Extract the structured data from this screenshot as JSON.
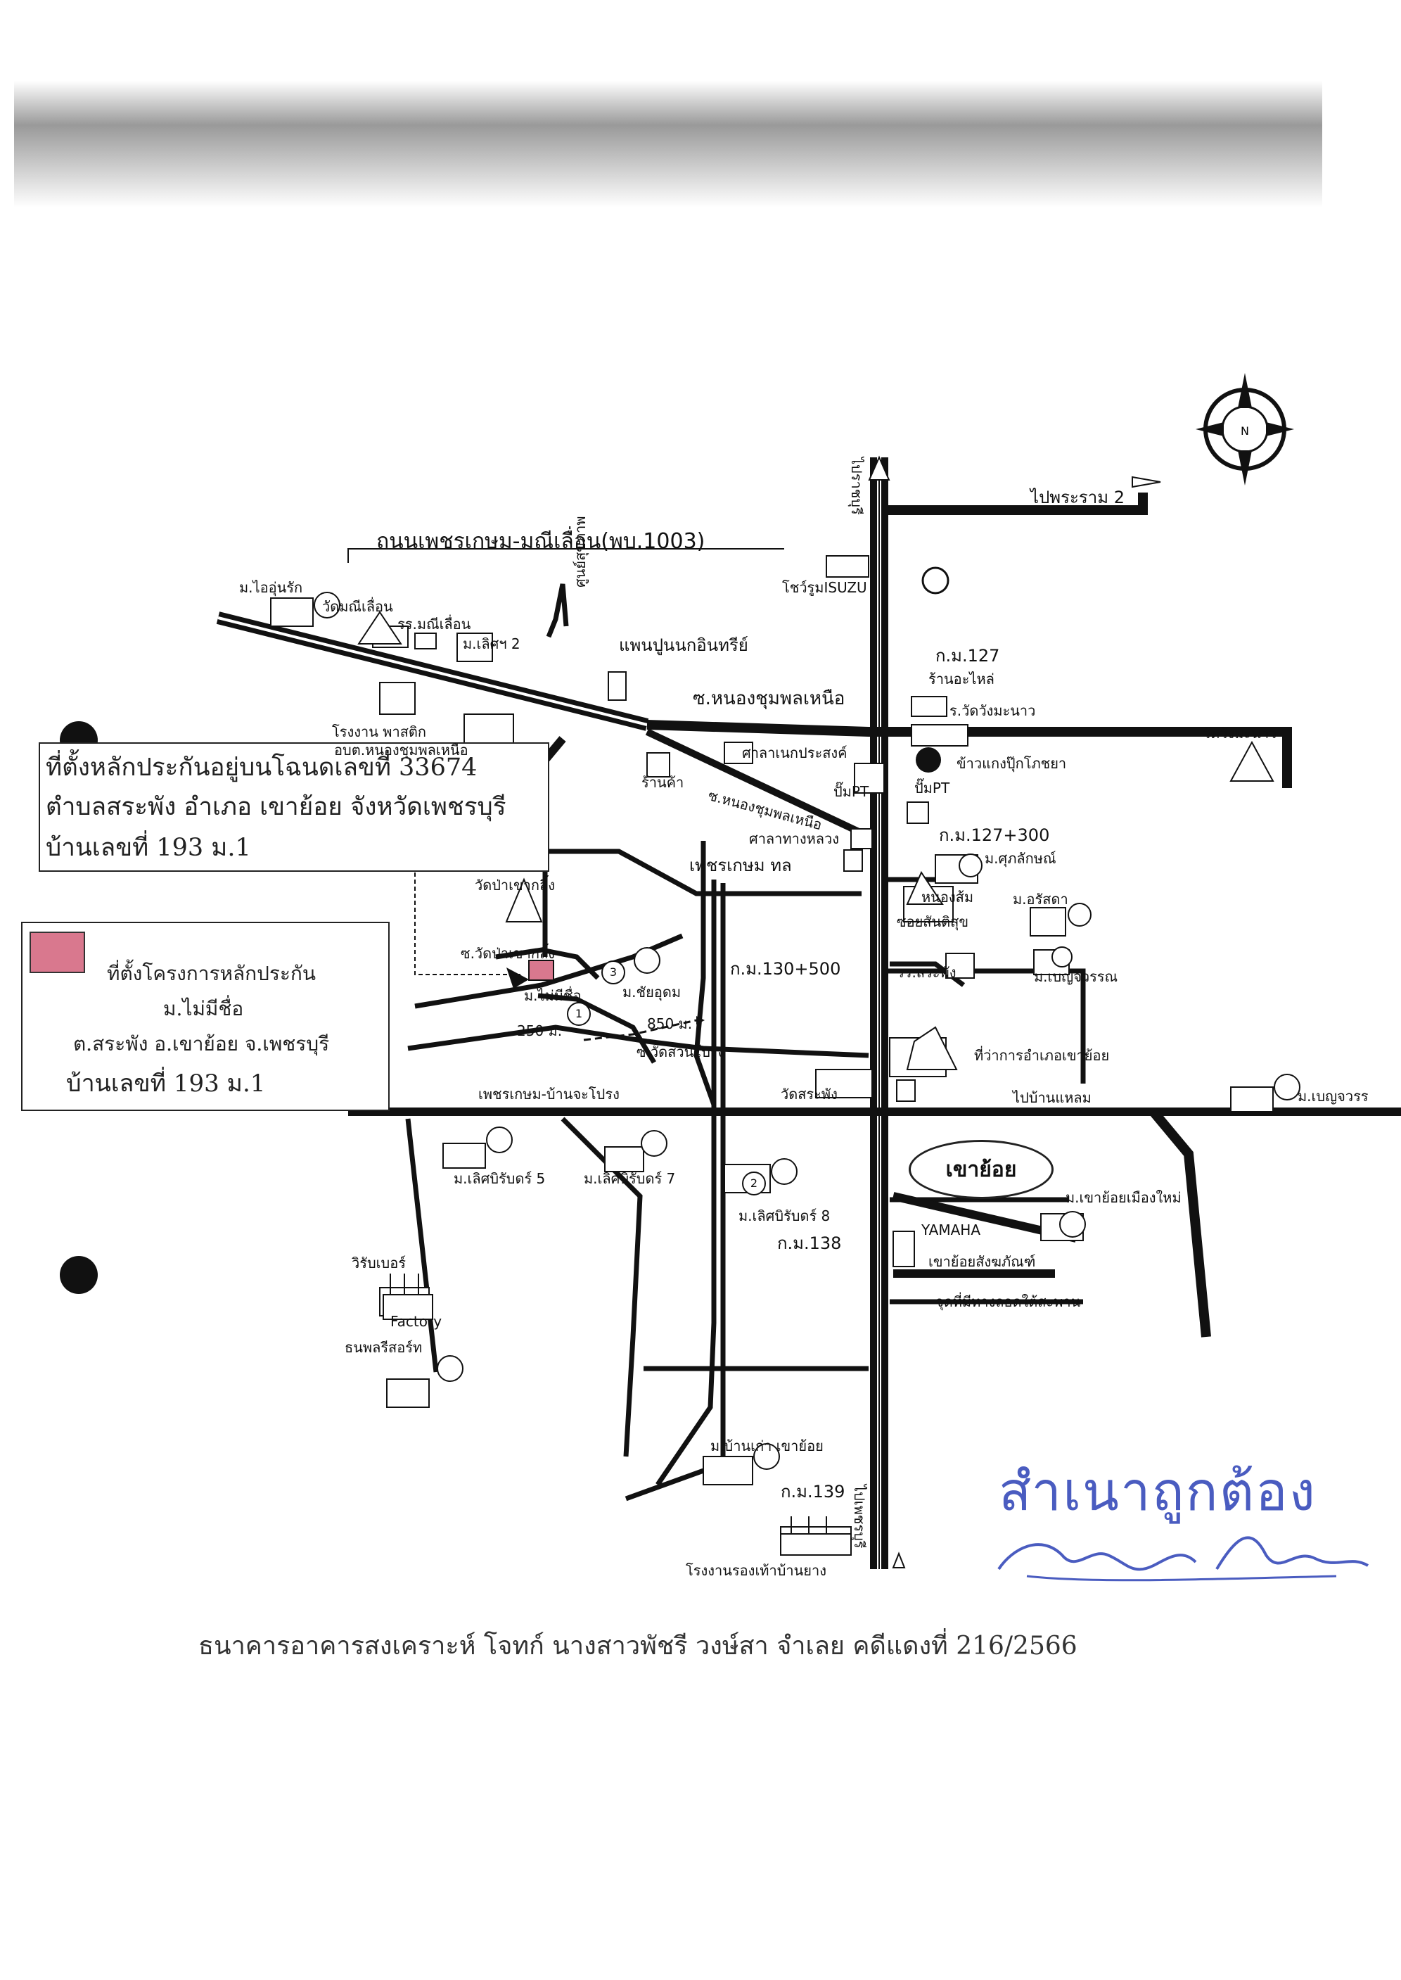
{
  "map": {
    "title": "ถนนเพชรเกษม-มณีเลื่อน(พบ.1003)",
    "compass": "N",
    "town": "เขาย้อย",
    "labels": {
      "to_rama2": "ไปพระราม 2",
      "to_north": "ไปราชบุรี",
      "to_phetchaburi": "ไปเพชรบุรี",
      "isuzu": "โชว์รูมISUZU",
      "km127": "ก.ม.127",
      "spare_parts": "ร้านอะไหล่",
      "wat_wang_mabao_school": "ร.วัดวังมะนาว",
      "wat_wang_manao": "วัดวังมะนาว",
      "rice_mill": "ข้าวแกงปุ๊กโภชยา",
      "pump_pt_1": "ปั๊มPT",
      "pump_pt_2": "ปั๊มPT",
      "soi_nong_chumphon_nuea": "ซ.หนองชุมพลเหนือ",
      "soi_nong_chumphon_nuea_2": "ซ.หนองชุมพลเหนือ",
      "concrete_plant": "แพนปูนนกอินทรีย์",
      "health_center": "ศูนย์สุขภาพ",
      "moo_ai_rak": "ม.ไออุ่นรัก",
      "wat_manee_luean": "วัดมณีเลื่อน",
      "school_manee_luean": "รร.มณีเลื่อน",
      "moo_lert_2": "ม.เลิศฯ 2",
      "plastic_factory": "โรงงาน พาสติก",
      "obt_nong_chumphon": "อบต.หนองชุมพลเหนือ",
      "store": "ร้านค้า",
      "sala_prasong": "ศาลาเนกประสงค์",
      "sala_thang_luang": "ศาลาทางหลวง",
      "phetkasem_tl": "เพชรเกษม ทล",
      "km127_300": "ก.ม.127+300",
      "moo_sukkalak": "ม.ศุภลักษณ์",
      "wat_pa_khao_ling": "วัดป่าเขากลิ้ง",
      "soi_wat_pa_khao_ling": "ซ.วัดป่าเขากลิ้ง",
      "moo_chaiyo": "ม.ไม่มีชื่อ",
      "moo_chai_udom": "ม.ชัยอุดม",
      "distance_250": "250 ม.",
      "distance_850": "850 ม.",
      "soi_wat_suan_pru": "ซ.วัดสวนโปรง",
      "km130_500": "ก.ม.130+500",
      "nong_som": "หนองส้ม",
      "soi_sun_suk": "ซอยสันติสุข",
      "school_sara": "รร.สระพัง",
      "moo_orasa": "ม.อรัสดา",
      "moo_benchawan": "ม.เบญจวรรณ",
      "district_office": "ที่ว่าการอำเภอเขาย้อย",
      "wat_sara": "วัดสระพัง",
      "phetkasem_ban_cha_prong": "เพชรเกษม-บ้านจะโปรง",
      "to_ban_laem": "ไปบ้านแหลม",
      "moo_benchawan_2": "ม.เบญจวรร",
      "moo_lert_5": "ม.เลิศบิรับดร์ 5",
      "moo_lert_7": "ม.เลิศบิรับดร์ 7",
      "moo_lert_8": "ม.เลิศบิรับดร์ 8",
      "moo_khao_yoi_new": "ม.เขาย้อยเมืองใหม่",
      "yamaha": "YAMAHA",
      "khao_yoi_sangkhaphan": "เขาย้อยสังฆภัณฑ์",
      "km138": "ก.ม.138",
      "underpass": "จุดที่มีทางลอดใต้สะพาน",
      "rubber": "วิรับเบอร์",
      "factory": "Factory",
      "tanaphon_resort": "ธนพลรีสอร์ท",
      "moo_khao_yoi_market": "ม.บ้านเก่า เขาย้อย",
      "km139": "ก.ม.139",
      "power_plant": "โรงงานรองเท้าบ้านยาง"
    },
    "markers": [
      "1",
      "2",
      "3"
    ]
  },
  "collateral_box": {
    "line1": "ที่ตั้งหลักประกันอยู่บนโฉนดเลขที่ 33674",
    "line2": "ตำบลสระพัง อำเภอ เขาย้อย จังหวัดเพชรบุรี",
    "line3": "บ้านเลขที่ 193 ม.1"
  },
  "project_box": {
    "line1": "ที่ตั้งโครงการหลักประกัน",
    "line2": "ม.ไม่มีชื่อ",
    "line3": "ต.สระพัง อ.เขาย้อย จ.เพชรบุรี",
    "line4": "บ้านเลขที่ 193 ม.1"
  },
  "stamp": "สำเนาถูกต้อง",
  "footer": "ธนาคารอาคารสงเคราะห์ โจทก์ นางสาวพัชรี วงษ์สา จำเลย คดีแดงที่ 216/2566",
  "colors": {
    "marker_pink": "#d9788e",
    "stamp_blue": "#4a5cc0",
    "ink": "#111111"
  }
}
